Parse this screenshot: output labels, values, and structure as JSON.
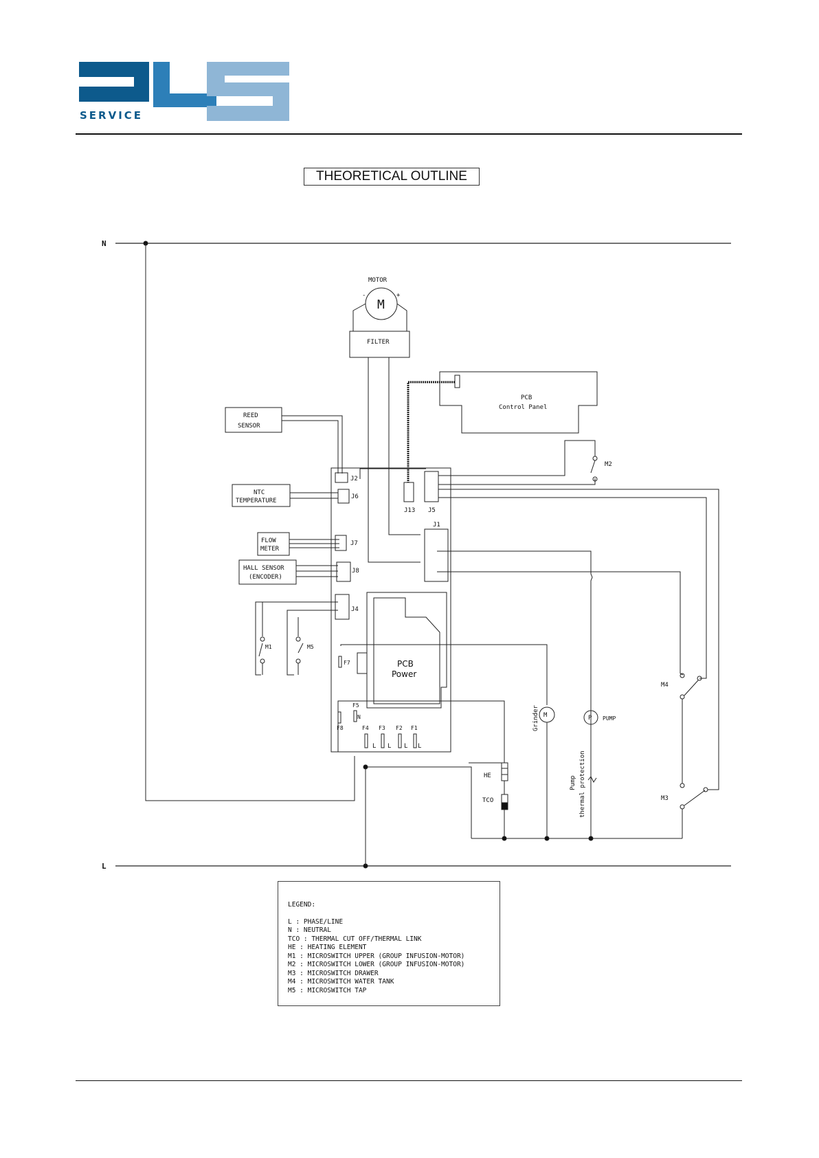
{
  "header": {
    "logo_text": "DLS",
    "logo_sub": "SERVICE",
    "colors": {
      "dark_blue": "#0d5a8c",
      "mid_blue": "#2d7fb8",
      "light_blue": "#8fb6d6"
    }
  },
  "title": "THEORETICAL OUTLINE",
  "labels": {
    "neutral": "N",
    "line": "L",
    "motor": "MOTOR",
    "motor_symbol": "M",
    "motor_minus": "-",
    "motor_plus": "+",
    "filter": "FILTER",
    "pcb_control_1": "PCB",
    "pcb_control_2": "Control Panel",
    "reed_1": "REED",
    "reed_2": "SENSOR",
    "ntc_1": "NTC",
    "ntc_2": "TEMPERATURE",
    "flow_1": "FLOW",
    "flow_2": "METER",
    "hall_1": "HALL SENSOR",
    "hall_2": "(ENCODER)",
    "j2": "J2",
    "j6": "J6",
    "j7": "J7",
    "j8": "J8",
    "j4": "J4",
    "j13": "J13",
    "j5": "J5",
    "j1": "J1",
    "m1": "M1",
    "m2": "M2",
    "m3": "M3",
    "m4": "M4",
    "m5": "M5",
    "pcb_power_1": "PCB",
    "pcb_power_2": "Power",
    "f1": "F1",
    "f2": "F2",
    "f3": "F3",
    "f4": "F4",
    "f5": "F5",
    "f7": "F7",
    "f8": "F8",
    "fuse_l": "L",
    "fuse_n": "N",
    "grinder": "Grinder",
    "grinder_symbol": "M",
    "pump_symbol": "P",
    "pump": "PUMP",
    "pump_tp_1": "Pump",
    "pump_tp_2": "thermal protection",
    "he": "HE",
    "tco": "TCO"
  },
  "legend": {
    "heading": "LEGEND:",
    "items": [
      "L : PHASE/LINE",
      "N : NEUTRAL",
      "TCO : THERMAL CUT OFF/THERMAL LINK",
      "HE : HEATING ELEMENT",
      "M1 : MICROSWITCH UPPER (GROUP INFUSION-MOTOR)",
      "M2 : MICROSWITCH LOWER (GROUP INFUSION-MOTOR)",
      "M3 : MICROSWITCH DRAWER",
      "M4 : MICROSWITCH WATER TANK",
      "M5 : MICROSWITCH TAP"
    ]
  }
}
